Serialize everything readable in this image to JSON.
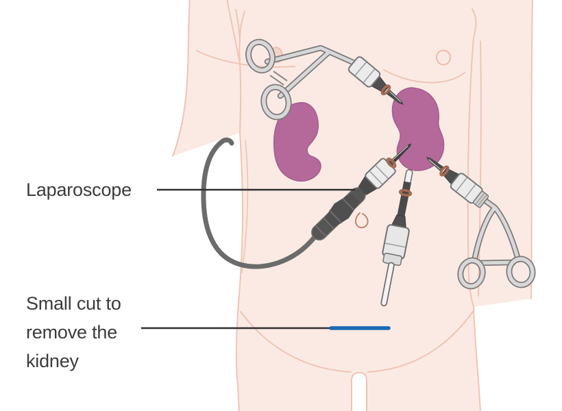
{
  "labels": {
    "laparoscope": {
      "text": "Laparoscope"
    },
    "small_cut": {
      "line1": "Small cut to",
      "line2": "remove the",
      "line3": "kidney"
    }
  },
  "colors": {
    "background": "#ffffff",
    "skin": "#fbeae4",
    "body_outline": "#f0c4b4",
    "kidney": "#b5699b",
    "kidney_edge": "#a25d8c",
    "instrument_light": "#ebebeb",
    "instrument_mid": "#d8d8d8",
    "instrument_dark": "#4a4a4a",
    "instrument_stroke": "#767676",
    "seal_ring": "#a86a50",
    "cable": "#6b6b6b",
    "cut_line_blue": "#176ab5",
    "label_line": "#2f2f2f",
    "text": "#3b3b3b"
  }
}
